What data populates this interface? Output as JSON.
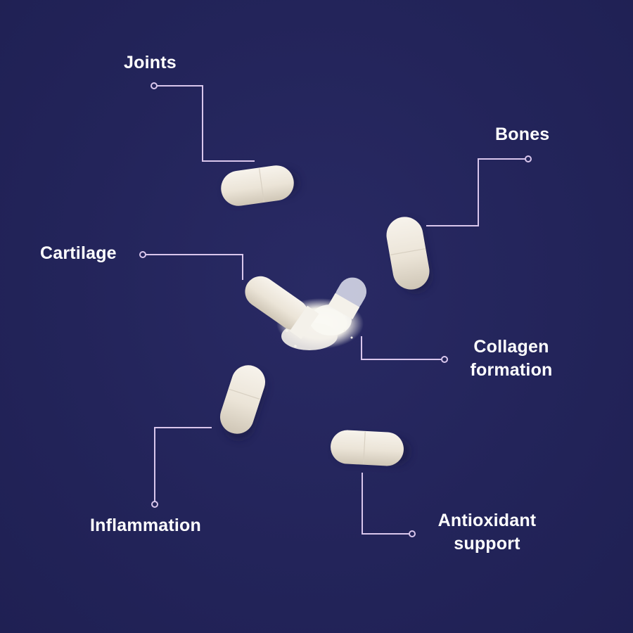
{
  "colors": {
    "background": "#23245a",
    "line": "#d9c6ec",
    "capsule": "#ece6da",
    "text": "#ffffff"
  },
  "labels": {
    "joints": "Joints",
    "bones": "Bones",
    "cartilage": "Cartilage",
    "collagen_line1": "Collagen",
    "collagen_line2": "formation",
    "inflammation": "Inflammation",
    "antioxidant_line1": "Antioxidant",
    "antioxidant_line2": "support"
  }
}
